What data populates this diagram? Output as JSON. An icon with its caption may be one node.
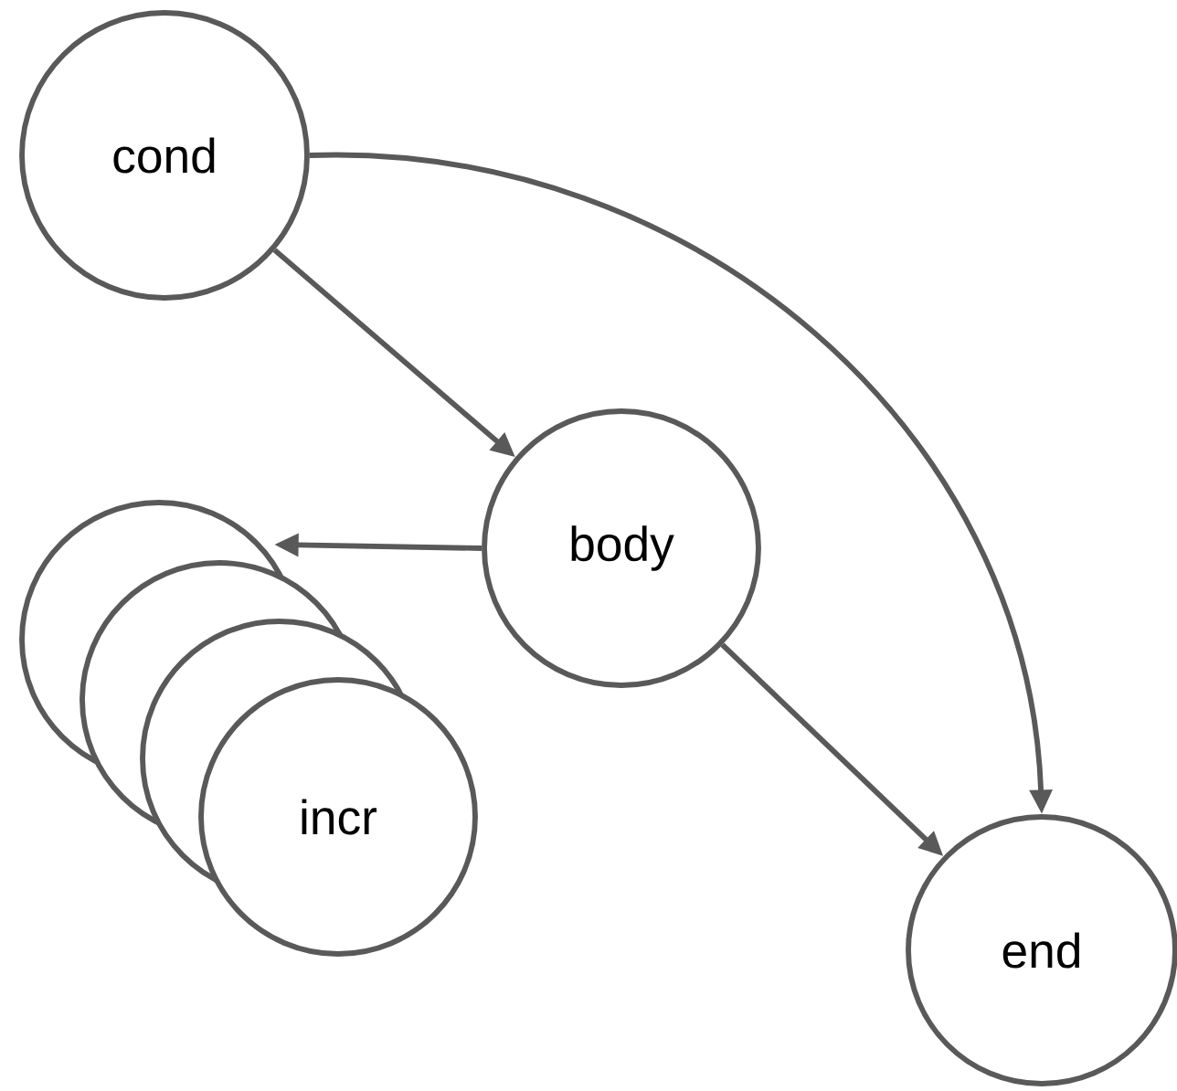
{
  "diagram": {
    "nodes": [
      {
        "text": [
          "cond"
        ]
      },
      {
        "text": [
          "body"
        ]
      },
      {
        "text": [
          "incr"
        ]
      },
      {
        "text": [
          "end"
        ]
      }
    ],
    "edges": [
      {
        "from": 0,
        "to": 1,
        "arrow": "to"
      },
      {
        "from": 0,
        "to": 3,
        "arrow": "to"
      },
      {
        "from": 1,
        "to": 2,
        "arrow": "to"
      },
      {
        "from": 1,
        "to": 3,
        "arrow": "to"
      }
    ]
  }
}
